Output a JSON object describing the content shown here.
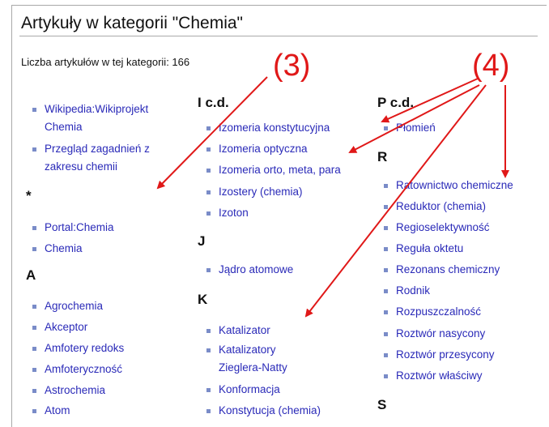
{
  "page": {
    "title": "Artykuły w kategorii \"Chemia\"",
    "count_text": "Liczba artykułów w tej kategorii: 166"
  },
  "annotations": {
    "callout_left": "(3)",
    "callout_right": "(4)",
    "color": "#e01818"
  },
  "colors": {
    "link": "#2a2ab8",
    "bullet": "#7a8cc8"
  },
  "columns": [
    {
      "groups": [
        {
          "heading": "",
          "items": [
            {
              "label": "Wikipedia:Wikiprojekt",
              "label2": "Chemia"
            },
            {
              "label": "Przegląd zagadnień z",
              "label2": "zakresu chemii"
            }
          ]
        },
        {
          "heading": "*",
          "items": [
            {
              "label": "Portal:Chemia"
            },
            {
              "label": "Chemia"
            }
          ]
        },
        {
          "heading": "A",
          "items": [
            {
              "label": "Agrochemia"
            },
            {
              "label": "Akceptor"
            },
            {
              "label": "Amfotery redoks"
            },
            {
              "label": "Amfoteryczność"
            },
            {
              "label": "Astrochemia"
            },
            {
              "label": "Atom"
            }
          ]
        }
      ]
    },
    {
      "groups": [
        {
          "heading": "I c.d.",
          "items": [
            {
              "label": "Izomeria konstytucyjna"
            },
            {
              "label": "Izomeria optyczna"
            },
            {
              "label": "Izomeria orto, meta, para"
            },
            {
              "label": "Izostery (chemia)"
            },
            {
              "label": "Izoton"
            }
          ]
        },
        {
          "heading": "J",
          "items": [
            {
              "label": "Jądro atomowe"
            }
          ]
        },
        {
          "heading": "K",
          "items": [
            {
              "label": "Katalizator"
            },
            {
              "label": "Katalizatory",
              "label2": "Zieglera-Natty"
            },
            {
              "label": "Konformacja"
            },
            {
              "label": "Konstytucja (chemia)"
            }
          ]
        }
      ]
    },
    {
      "groups": [
        {
          "heading": "P c.d.",
          "items": [
            {
              "label": "Płomień"
            }
          ]
        },
        {
          "heading": "R",
          "items": [
            {
              "label": "Ratownictwo chemiczne"
            },
            {
              "label": "Reduktor (chemia)"
            },
            {
              "label": "Regioselektywność"
            },
            {
              "label": "Reguła oktetu"
            },
            {
              "label": "Rezonans chemiczny"
            },
            {
              "label": "Rodnik"
            },
            {
              "label": "Rozpuszczalność"
            },
            {
              "label": "Roztwór nasycony"
            },
            {
              "label": "Roztwór przesycony"
            },
            {
              "label": "Roztwór właściwy"
            }
          ]
        },
        {
          "heading": "S",
          "items": []
        }
      ]
    }
  ]
}
